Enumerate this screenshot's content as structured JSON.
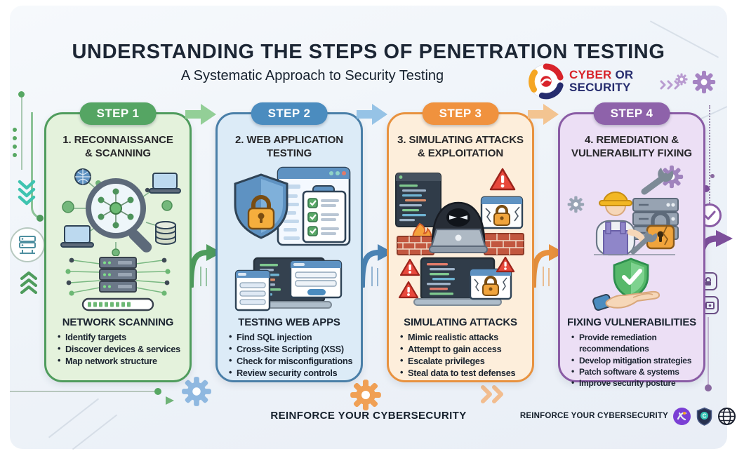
{
  "header": {
    "title": "UNDERSTANDING THE STEPS OF PENETRATION TESTING",
    "subtitle": "A Systematic Approach to Security Testing",
    "logo": {
      "word1": "CYBER",
      "word2": "OR",
      "word3": "SECURITY"
    }
  },
  "steps": [
    {
      "badge": "STEP 1",
      "title_line1": "1. RECONNAISSANCE",
      "title_line2": "& SCANNING",
      "section_heading": "NETWORK SCANNING",
      "bullets": [
        "Identify targets",
        "Discover devices & services",
        "Map network structure"
      ],
      "accent_color": "#55a563",
      "background_color": "#e4f2dc",
      "border_color": "#4f9c5d"
    },
    {
      "badge": "STEP 2",
      "title_line1": "2. WEB APPLICATION",
      "title_line2": "TESTING",
      "section_heading": "TESTING WEB APPS",
      "bullets": [
        "Find SQL injection",
        "Cross-Site Scripting (XSS)",
        "Check for misconfigurations",
        "Review security controls"
      ],
      "accent_color": "#4b8cbf",
      "background_color": "#dcebf7",
      "border_color": "#4a7fa8"
    },
    {
      "badge": "STEP 3",
      "title_line1": "3. SIMULATING ATTACKS",
      "title_line2": "& EXPLOITATION",
      "section_heading": "SIMULATING ATTACKS",
      "bullets": [
        "Mimic realistic attacks",
        "Attempt to gain access",
        "Escalate privileges",
        "Steal data to test defenses"
      ],
      "accent_color": "#f0923e",
      "background_color": "#fdeedb",
      "border_color": "#e8923f"
    },
    {
      "badge": "STEP 4",
      "title_line1": "4. REMEDIATION &",
      "title_line2": "VULNERABILITY FIXING",
      "section_heading": "FIXING VULNERABILITIES",
      "bullets": [
        "Provide remediation recommendations",
        "Develop mitigation strategies",
        "Patch software & systems",
        "Improve security posture"
      ],
      "accent_color": "#8e62aa",
      "background_color": "#ecdff5",
      "border_color": "#8a5ca5"
    }
  ],
  "footer": {
    "center_text": "REINFORCE YOUR CYBERSECURITY",
    "right_text": "REINFORCE YOUR CYBERSECURITY"
  }
}
